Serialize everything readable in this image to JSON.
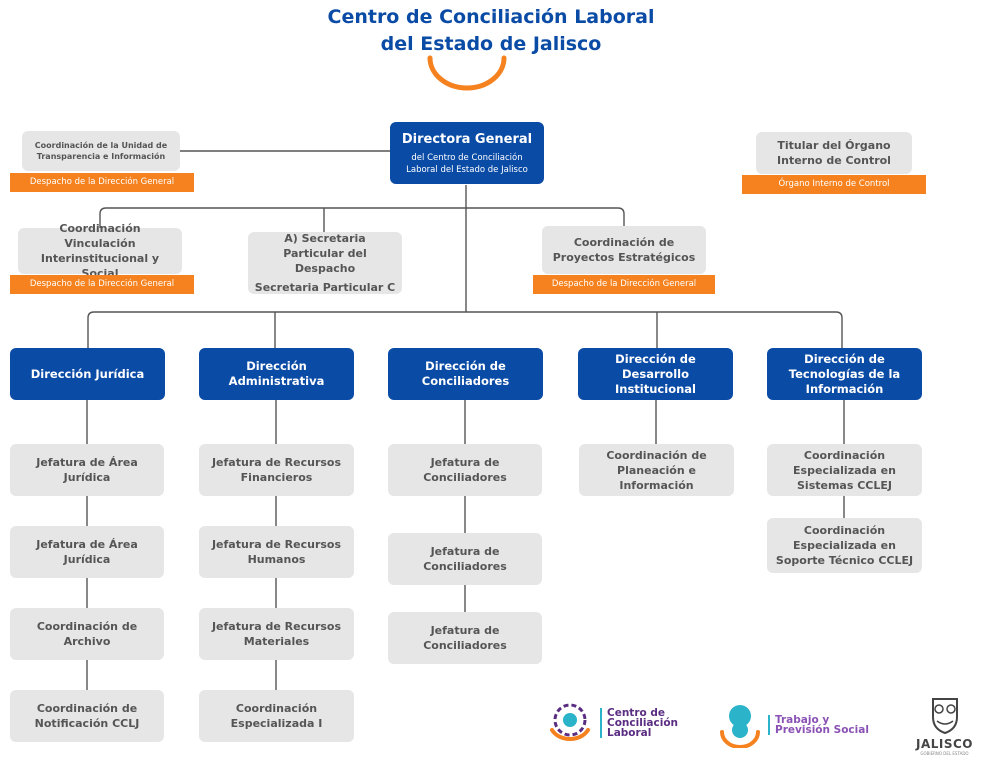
{
  "header": {
    "title_line1": "Centro de Conciliación Laboral",
    "title_line2": "del Estado de Jalisco"
  },
  "top": {
    "director": {
      "title": "Directora General",
      "subtitle": "del Centro de Conciliación Laboral del Estado de Jalisco"
    },
    "transparencia": {
      "label": "Coordinación de la Unidad de Transparencia e Información",
      "tag": "Despacho de la Dirección General"
    },
    "organo": {
      "label": "Titular del Órgano Interno de Control",
      "tag": "Órgano Interno de Control"
    }
  },
  "second_row": {
    "vinculacion": {
      "label": "Coordinación Vinculación Interinstitucional y Social",
      "tag": "Despacho de la Dirección General"
    },
    "secretaria": {
      "label_line1": "A) Secretaria Particular del Despacho",
      "label_line2": "Secretaria Particular C"
    },
    "proyectos": {
      "label": "Coordinación de Proyectos Estratégicos",
      "tag": "Despacho de la Dirección General"
    }
  },
  "directions": [
    {
      "label": "Dirección Jurídica",
      "children": [
        "Jefatura de Área Jurídica",
        "Jefatura de Área Jurídica",
        "Coordinación de Archivo",
        "Coordinación de Notificación CCLJ"
      ]
    },
    {
      "label": "Dirección Administrativa",
      "children": [
        "Jefatura de Recursos Financieros",
        "Jefatura de Recursos Humanos",
        "Jefatura de Recursos Materiales",
        "Coordinación Especializada I"
      ]
    },
    {
      "label": "Dirección de Conciliadores",
      "children": [
        "Jefatura de Conciliadores",
        "Jefatura de Conciliadores",
        "Jefatura de Conciliadores"
      ]
    },
    {
      "label": "Dirección de Desarrollo Institucional",
      "children": [
        "Coordinación de Planeación e Información"
      ]
    },
    {
      "label": "Dirección de Tecnologías de la Información",
      "children": [
        "Coordinación Especializada en Sistemas CCLEJ",
        "Coordinación Especializada en Soporte Técnico CCLEJ"
      ]
    }
  ],
  "logos": {
    "ccl": {
      "line1": "Centro de",
      "line2": "Conciliación",
      "line3": "Laboral"
    },
    "trabajo": {
      "line1": "Trabajo y",
      "line2": "Previsión Social"
    },
    "jalisco": {
      "text": "JALISCO",
      "sub": "GOBIERNO DEL ESTADO"
    }
  },
  "colors": {
    "blue": "#0a4ba6",
    "orange": "#f5821f",
    "gray_box": "#e6e6e6",
    "gray_text": "#555555",
    "teal": "#2ab3c9",
    "purple": "#5a2d82"
  }
}
